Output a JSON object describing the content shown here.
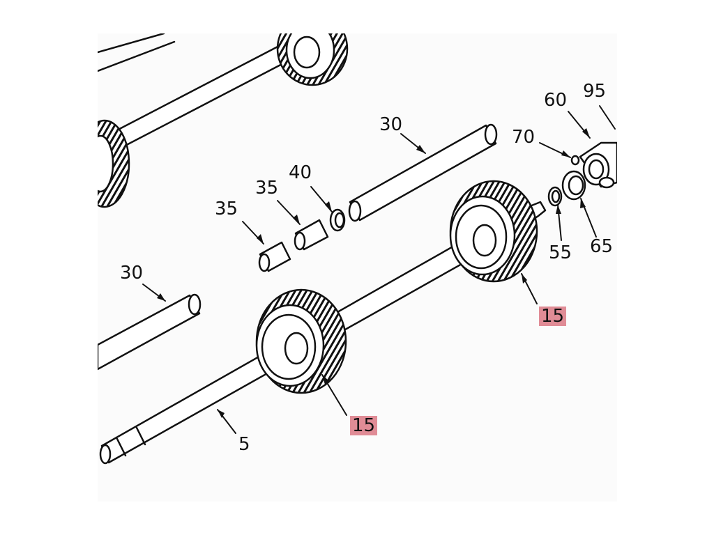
{
  "diagram": {
    "highlight_color": "#e08c96",
    "ink_color": "#111111",
    "callouts": [
      {
        "id": "5",
        "label": "5",
        "highlighted": false
      },
      {
        "id": "15a",
        "label": "15",
        "highlighted": true
      },
      {
        "id": "15b",
        "label": "15",
        "highlighted": true
      },
      {
        "id": "30a",
        "label": "30",
        "highlighted": false
      },
      {
        "id": "30b",
        "label": "30",
        "highlighted": false
      },
      {
        "id": "35a",
        "label": "35",
        "highlighted": false
      },
      {
        "id": "35b",
        "label": "35",
        "highlighted": false
      },
      {
        "id": "40",
        "label": "40",
        "highlighted": false
      },
      {
        "id": "55",
        "label": "55",
        "highlighted": false
      },
      {
        "id": "60",
        "label": "60",
        "highlighted": false
      },
      {
        "id": "65",
        "label": "65",
        "highlighted": false
      },
      {
        "id": "70",
        "label": "70",
        "highlighted": false
      },
      {
        "id": "95",
        "label": "95",
        "highlighted": false
      }
    ]
  }
}
